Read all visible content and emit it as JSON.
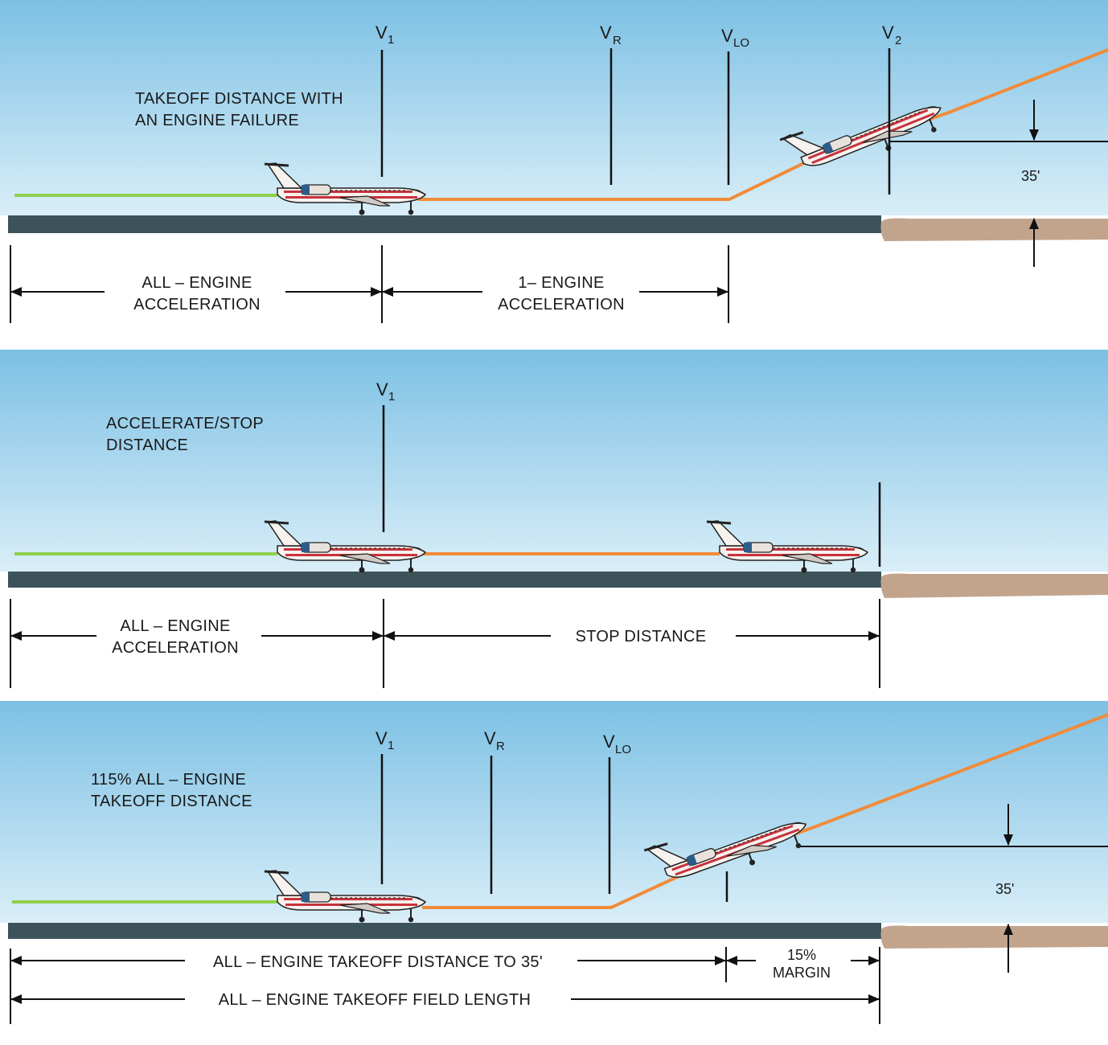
{
  "colors": {
    "sky_top": "#7cc0e4",
    "sky_bottom": "#d9eef8",
    "runway": "#3c535a",
    "ground": "#c2a48d",
    "green_path": "#8fd04c",
    "orange_path": "#f18b3a",
    "line": "#111111"
  },
  "panel1": {
    "title_line1": "TAKEOFF DISTANCE WITH",
    "title_line2": "AN ENGINE FAILURE",
    "v1_main": "V",
    "v1_sub": "1",
    "vr_main": "V",
    "vr_sub": "R",
    "vlo_main": "V",
    "vlo_sub": "LO",
    "v2_main": "V",
    "v2_sub": "2",
    "height": "35'",
    "seg1_line1": "ALL – ENGINE",
    "seg1_line2": "ACCELERATION",
    "seg2_line1": "1– ENGINE",
    "seg2_line2": "ACCELERATION"
  },
  "panel2": {
    "title_line1": "ACCELERATE/STOP",
    "title_line2": "DISTANCE",
    "v1_main": "V",
    "v1_sub": "1",
    "seg1_line1": "ALL – ENGINE",
    "seg1_line2": "ACCELERATION",
    "seg2": "STOP DISTANCE"
  },
  "panel3": {
    "title_line1": "115% ALL – ENGINE",
    "title_line2": "TAKEOFF DISTANCE",
    "v1_main": "V",
    "v1_sub": "1",
    "vr_main": "V",
    "vr_sub": "R",
    "vlo_main": "V",
    "vlo_sub": "LO",
    "height": "35'",
    "dist_label": "ALL – ENGINE TAKEOFF DISTANCE TO 35'",
    "margin_line1": "15%",
    "margin_line2": "MARGIN",
    "field_length": "ALL – ENGINE TAKEOFF FIELD LENGTH"
  }
}
